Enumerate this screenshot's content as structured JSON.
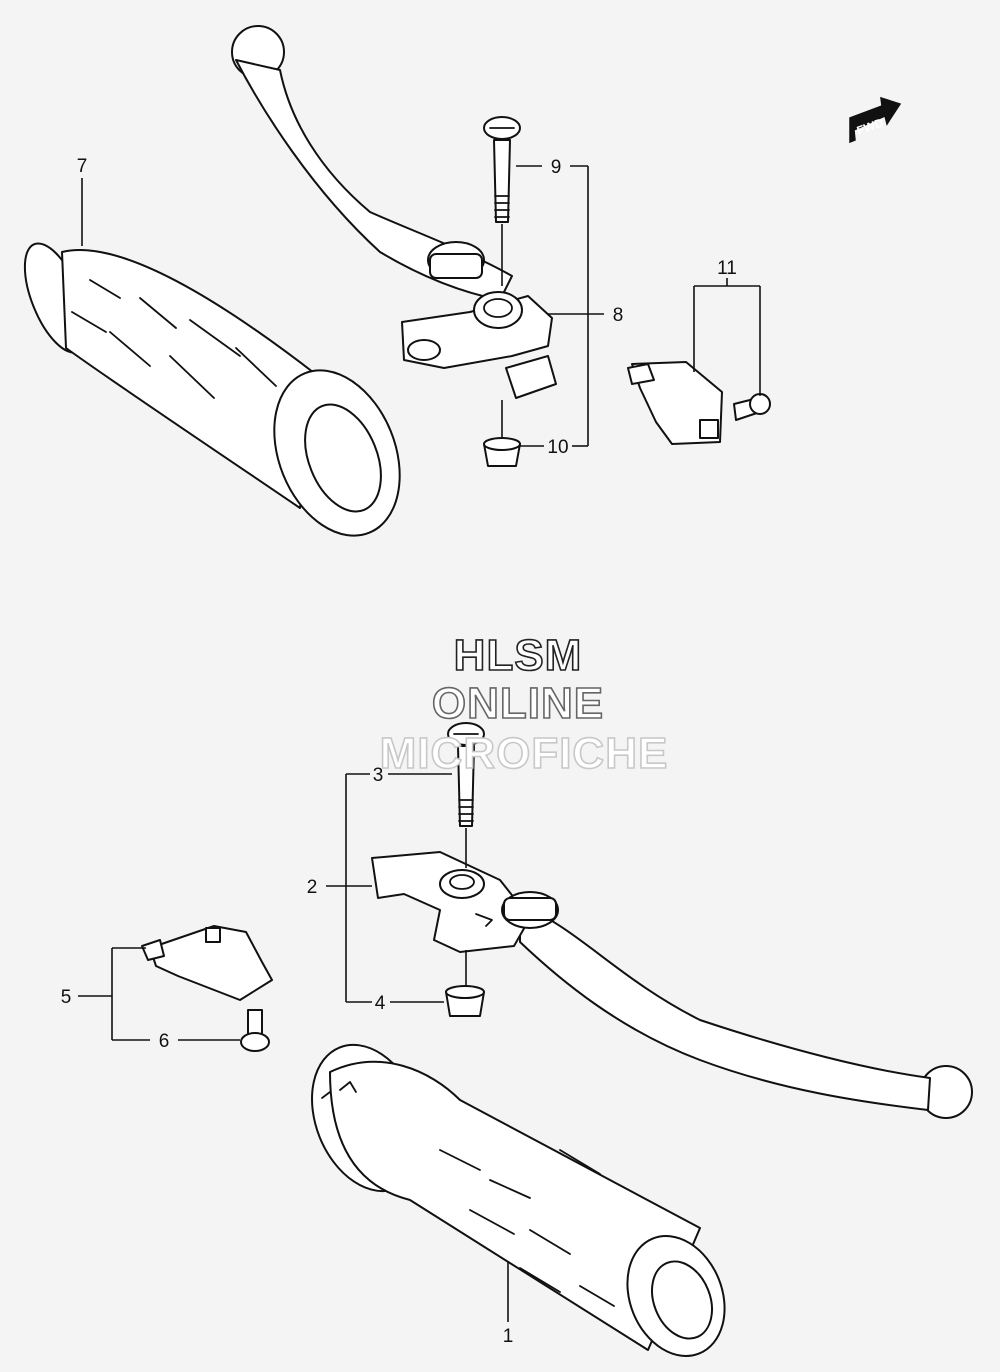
{
  "watermark": {
    "line1": "HLSM",
    "line2": "ONLINE",
    "line3": "MICROFICHE",
    "colors": [
      "#222222",
      "#666666",
      "#c8c8c8"
    ]
  },
  "direction_marker": {
    "label": "FWD",
    "icon": "fwd-arrow-icon"
  },
  "callouts": [
    "1",
    "2",
    "3",
    "4",
    "5",
    "6",
    "7",
    "8",
    "9",
    "10",
    "11"
  ]
}
